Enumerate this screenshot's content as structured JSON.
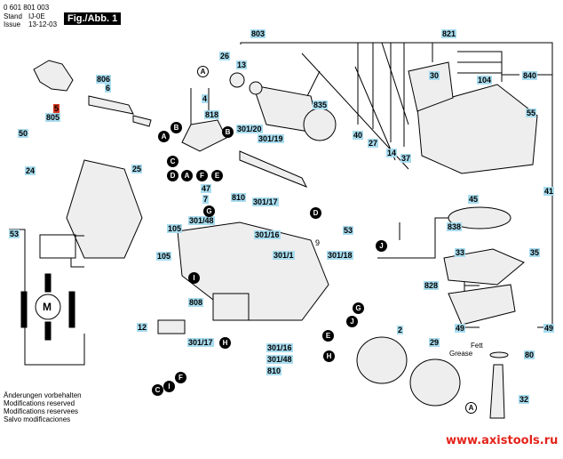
{
  "header": {
    "part_number": "0 601 801 003",
    "stand_label": "Stand",
    "stand_value": "IJ-0E",
    "issue_label": "Issue",
    "issue_value": "13-12-03",
    "figure_label": "Fig./Abb. 1"
  },
  "part_labels": {
    "p803": "803",
    "p821": "821",
    "p26": "26",
    "p13": "13",
    "p840": "840",
    "p30": "30",
    "p104": "104",
    "p806": "806",
    "p6": "6",
    "p5": "5",
    "p805": "805",
    "p835": "835",
    "p4": "4",
    "p818": "818",
    "p55": "55",
    "p50": "50",
    "p301_20": "301/20",
    "p301_19": "301/19",
    "p40": "40",
    "p27": "27",
    "p14": "14",
    "p37": "37",
    "p24": "24",
    "p25": "25",
    "p47": "47",
    "p7": "7",
    "p41": "41",
    "p45": "45",
    "p810a": "810",
    "p301_17a": "301/17",
    "p838": "838",
    "p301_48a": "301/48",
    "p301_16a": "301/16",
    "p105a": "105",
    "p105b": "105",
    "p53a": "53",
    "p53b": "53",
    "p9": "9",
    "p301_1": "301/1",
    "p301_18": "301/18",
    "p33": "33",
    "p35": "35",
    "p828": "828",
    "p808": "808",
    "p12": "12",
    "p49a": "49",
    "p49b": "49",
    "p2": "2",
    "p29": "29",
    "p80": "80",
    "p301_17b": "301/17",
    "p301_16b": "301/16",
    "p301_48b": "301/48",
    "p810b": "810",
    "p32": "32"
  },
  "connectors": {
    "A": "A",
    "B": "B",
    "C": "C",
    "D": "D",
    "E": "E",
    "F": "F",
    "G": "G",
    "H": "H",
    "I": "I",
    "J": "J"
  },
  "annotations": {
    "fett": "Fett",
    "grease": "Grease",
    "motor": "M"
  },
  "notes": [
    "Änderungen vorbehalten",
    "Modifications reserved",
    "Modifications reservees",
    "Salvo modificaciones"
  ],
  "watermark": "www.axistools.ru"
}
